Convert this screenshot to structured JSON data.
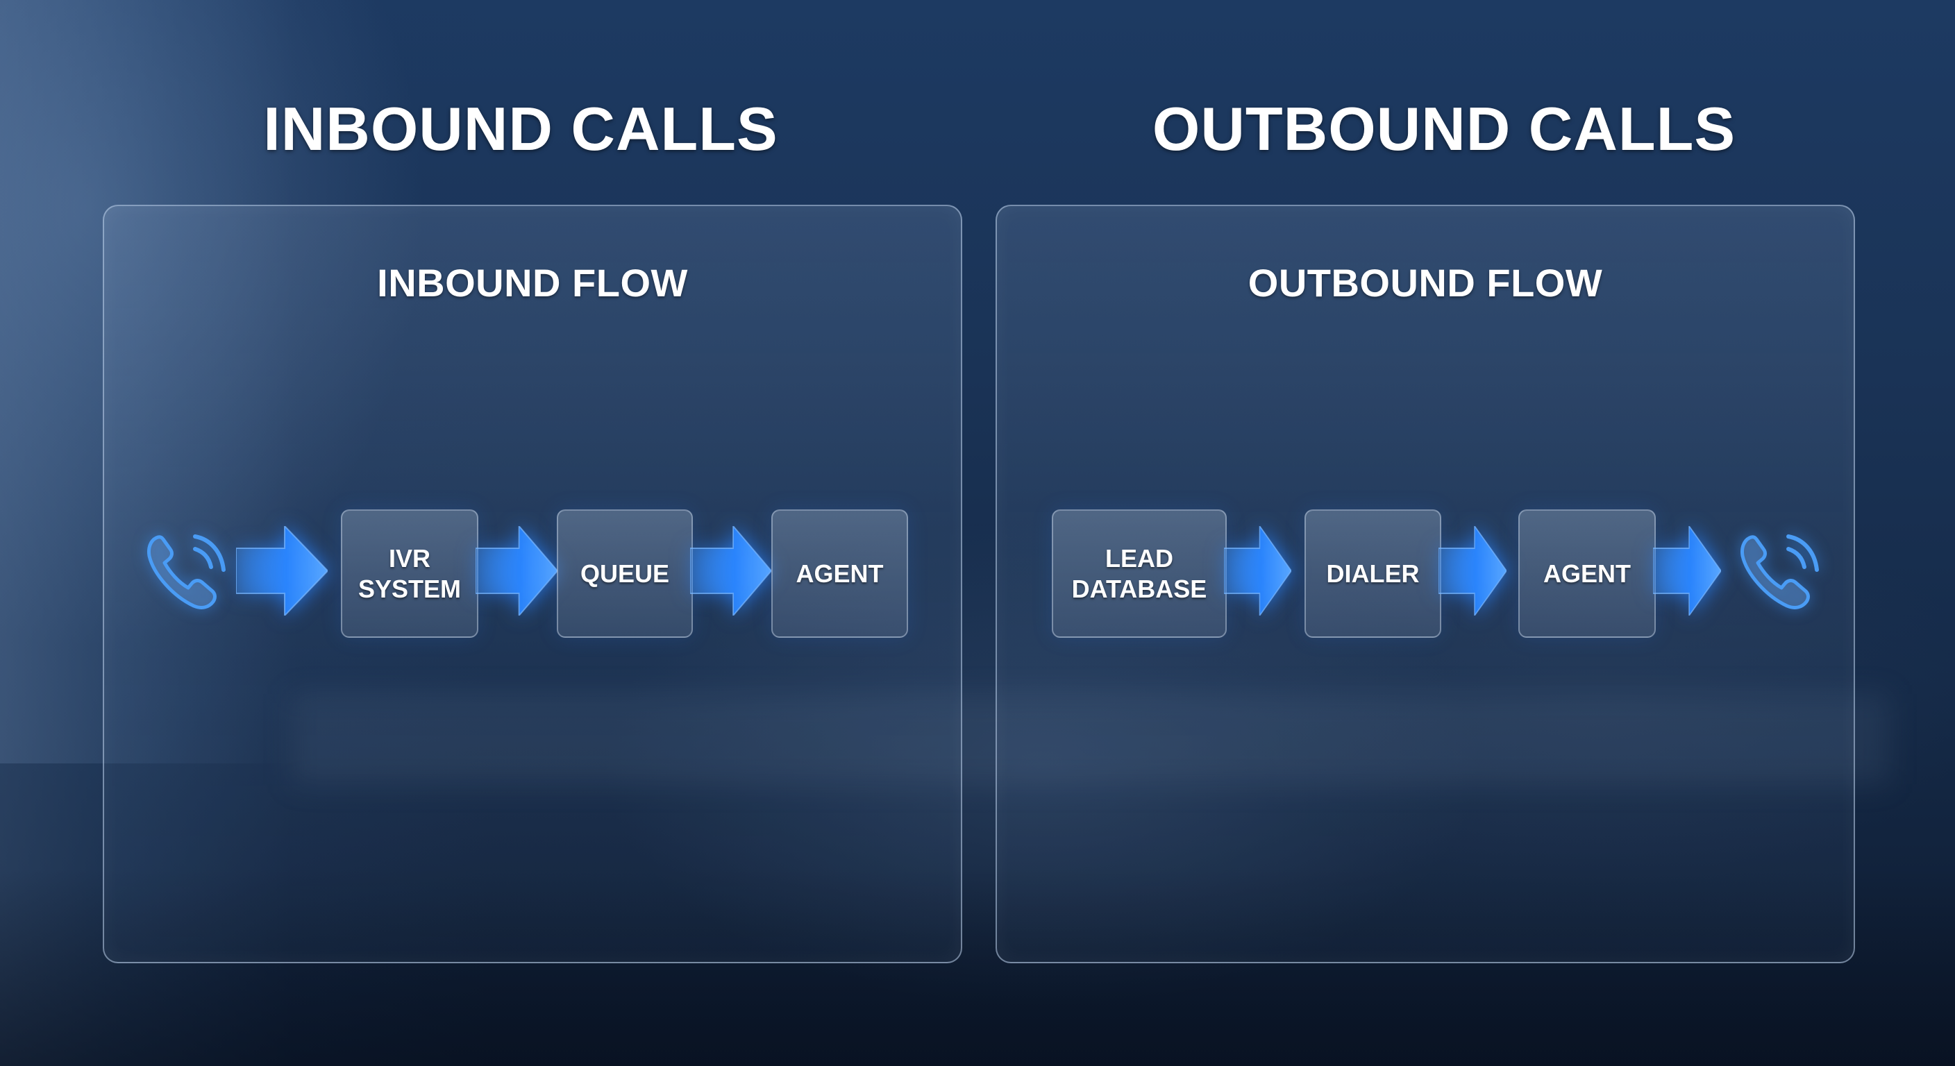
{
  "titles": {
    "inbound": "INBOUND CALLS",
    "outbound": "OUTBOUND CALLS"
  },
  "inbound_panel": {
    "title": "INBOUND FLOW",
    "start_icon": "phone-ringing-icon",
    "steps": [
      {
        "label": "IVR\nSYSTEM"
      },
      {
        "label": "QUEUE"
      },
      {
        "label": "AGENT"
      }
    ]
  },
  "outbound_panel": {
    "title": "OUTBOUND FLOW",
    "end_icon": "phone-ringing-icon",
    "steps": [
      {
        "label": "LEAD\nDATABASE"
      },
      {
        "label": "DIALER"
      },
      {
        "label": "AGENT"
      }
    ]
  },
  "colors": {
    "accent_blue": "#2f8bff",
    "icon_blue": "#4a9cf5",
    "background_navy": "#132646",
    "text": "#ffffff"
  }
}
